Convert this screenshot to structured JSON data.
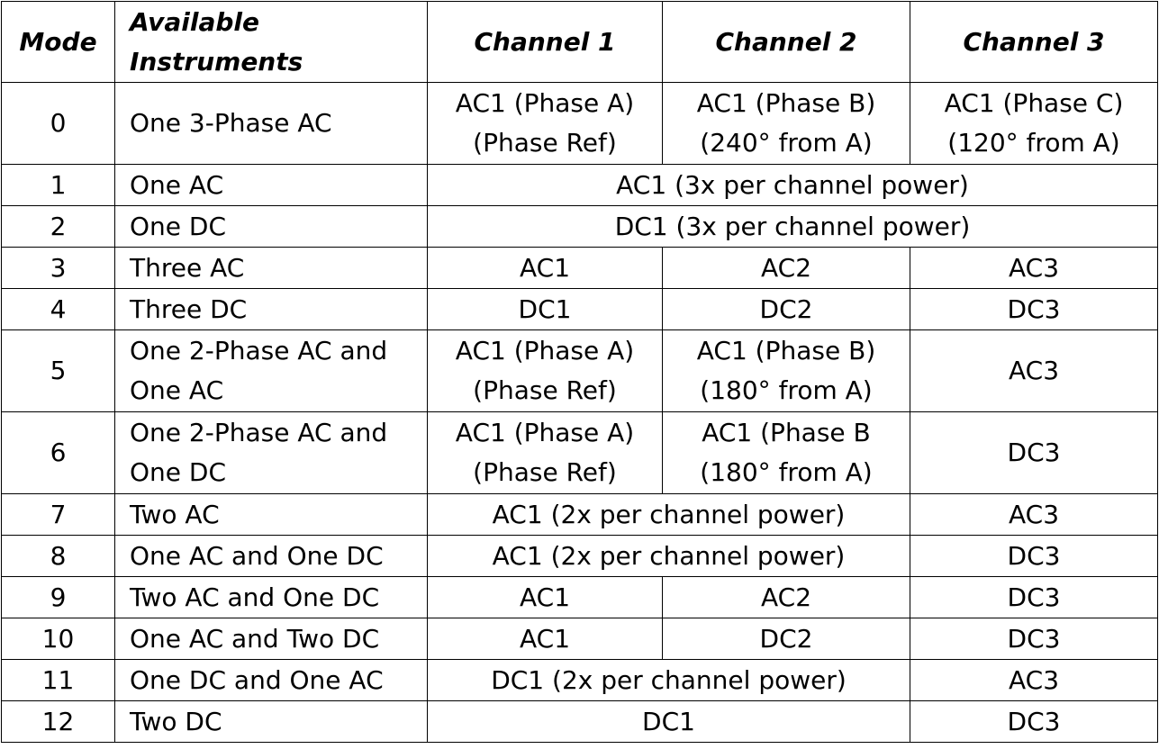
{
  "headers": {
    "mode": "Mode",
    "instruments": [
      "Available",
      "Instruments"
    ],
    "ch1": "Channel 1",
    "ch2": "Channel 2",
    "ch3": "Channel 3"
  },
  "rows": [
    {
      "mode": "0",
      "instruments": [
        "One 3-Phase AC"
      ],
      "ch1": [
        "AC1 (Phase A)",
        "(Phase Ref)"
      ],
      "ch2": [
        "AC1 (Phase B)",
        "(240° from A)"
      ],
      "ch3": [
        "AC1 (Phase C)",
        "(120° from A)"
      ]
    },
    {
      "mode": "1",
      "instruments": [
        "One AC"
      ],
      "ch123": "AC1 (3x per channel power)"
    },
    {
      "mode": "2",
      "instruments": [
        "One DC"
      ],
      "ch123": "DC1 (3x per channel power)"
    },
    {
      "mode": "3",
      "instruments": [
        "Three AC"
      ],
      "ch1": [
        "AC1"
      ],
      "ch2": [
        "AC2"
      ],
      "ch3": [
        "AC3"
      ]
    },
    {
      "mode": "4",
      "instruments": [
        "Three DC"
      ],
      "ch1": [
        "DC1"
      ],
      "ch2": [
        "DC2"
      ],
      "ch3": [
        "DC3"
      ]
    },
    {
      "mode": "5",
      "instruments": [
        "One 2-Phase AC and",
        "One AC"
      ],
      "ch1": [
        "AC1 (Phase A)",
        "(Phase Ref)"
      ],
      "ch2": [
        "AC1 (Phase B)",
        "(180° from A)"
      ],
      "ch3": [
        "AC3"
      ]
    },
    {
      "mode": "6",
      "instruments": [
        "One 2-Phase AC and",
        "One DC"
      ],
      "ch1": [
        "AC1 (Phase A)",
        "(Phase Ref)"
      ],
      "ch2": [
        "AC1 (Phase B",
        "(180° from A)"
      ],
      "ch3": [
        "DC3"
      ]
    },
    {
      "mode": "7",
      "instruments": [
        "Two AC"
      ],
      "ch12": "AC1 (2x per channel power)",
      "ch3": [
        "AC3"
      ]
    },
    {
      "mode": "8",
      "instruments": [
        "One AC and One DC"
      ],
      "ch12": "AC1 (2x per channel power)",
      "ch3": [
        "DC3"
      ]
    },
    {
      "mode": "9",
      "instruments": [
        "Two AC and One DC"
      ],
      "ch1": [
        "AC1"
      ],
      "ch2": [
        "AC2"
      ],
      "ch3": [
        "DC3"
      ]
    },
    {
      "mode": "10",
      "instruments": [
        "One AC and Two DC"
      ],
      "ch1": [
        "AC1"
      ],
      "ch2": [
        "DC2"
      ],
      "ch3": [
        "DC3"
      ]
    },
    {
      "mode": "11",
      "instruments": [
        "One DC and One AC"
      ],
      "ch12": "DC1 (2x per channel power)",
      "ch3": [
        "AC3"
      ]
    },
    {
      "mode": "12",
      "instruments": [
        "Two DC"
      ],
      "ch12": "DC1",
      "ch3": [
        "DC3"
      ]
    }
  ]
}
